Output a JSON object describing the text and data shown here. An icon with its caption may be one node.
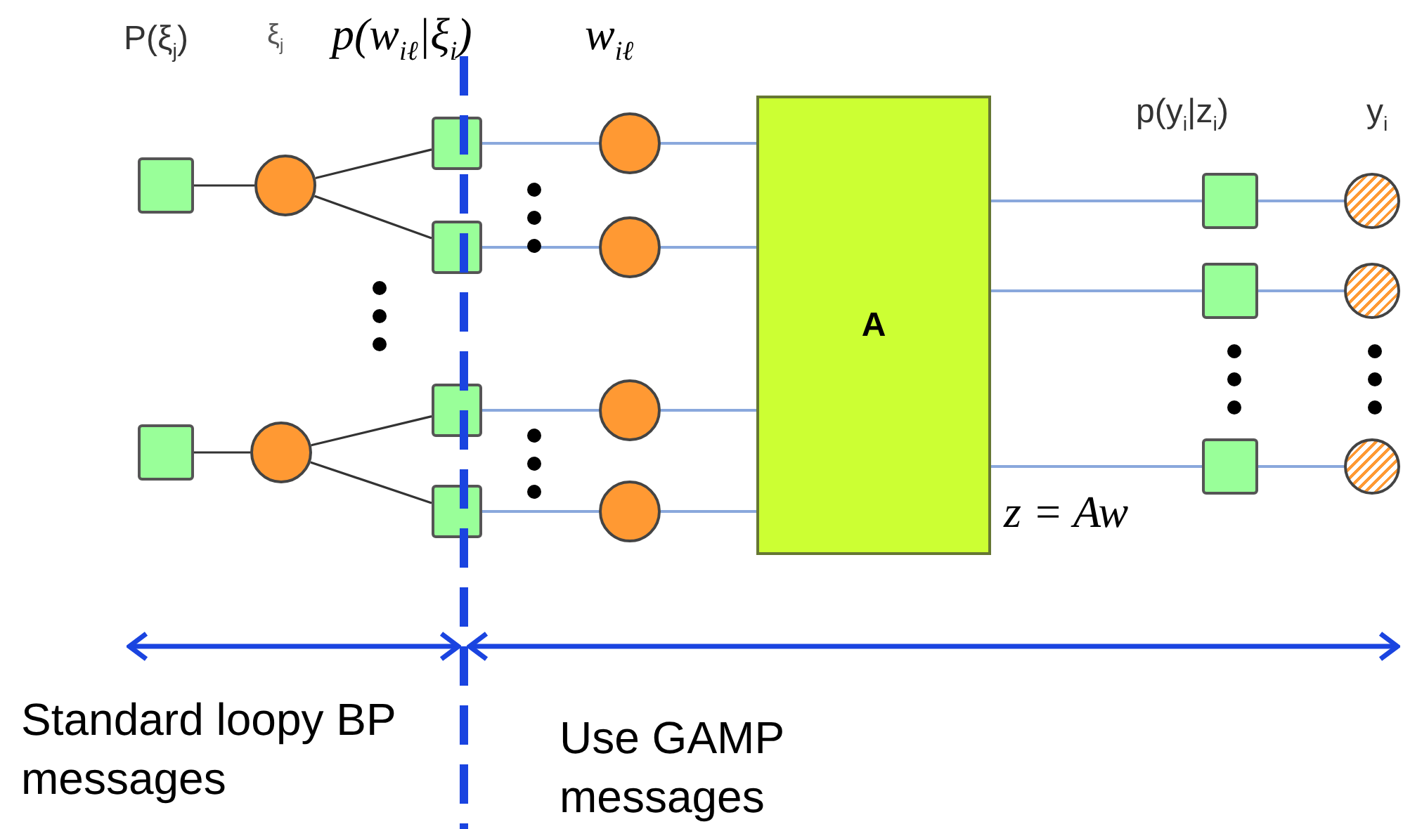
{
  "diagram": {
    "nodes": [
      {
        "text": [],
        "shape": "box"
      },
      {
        "text": [],
        "shape": "box"
      },
      {
        "text": [],
        "shape": "circle"
      },
      {
        "text": [],
        "shape": "circle"
      },
      {
        "text": [],
        "shape": "box"
      },
      {
        "text": [],
        "shape": "box"
      },
      {
        "text": [],
        "shape": "box"
      },
      {
        "text": [],
        "shape": "box"
      },
      {
        "text": [],
        "shape": "circle"
      },
      {
        "text": [],
        "shape": "circle"
      },
      {
        "text": [],
        "shape": "circle"
      },
      {
        "text": [],
        "shape": "circle"
      },
      {
        "text": [
          "A"
        ]
      },
      {
        "text": [],
        "shape": "box"
      },
      {
        "text": [],
        "shape": "box"
      },
      {
        "text": [],
        "shape": "box"
      },
      {
        "text": [],
        "shape": "circle"
      },
      {
        "text": [],
        "shape": "circle"
      },
      {
        "text": [],
        "shape": "circle"
      }
    ],
    "edges": [
      {
        "from": 0,
        "to": 2,
        "arrow": "none",
        "color": "#333333"
      },
      {
        "from": 1,
        "to": 3,
        "arrow": "none",
        "color": "#333333"
      },
      {
        "from": 2,
        "to": 4,
        "arrow": "none",
        "color": "#333333"
      },
      {
        "from": 2,
        "to": 5,
        "arrow": "none",
        "color": "#333333"
      },
      {
        "from": 3,
        "to": 6,
        "arrow": "none",
        "color": "#333333"
      },
      {
        "from": 3,
        "to": 7,
        "arrow": "none",
        "color": "#333333"
      },
      {
        "from": 4,
        "to": 8,
        "arrow": "none"
      },
      {
        "from": 5,
        "to": 9,
        "arrow": "none"
      },
      {
        "from": 6,
        "to": 10,
        "arrow": "none"
      },
      {
        "from": 7,
        "to": 11,
        "arrow": "none"
      },
      {
        "from": 8,
        "to": 12,
        "arrow": "none"
      },
      {
        "from": 9,
        "to": 12,
        "arrow": "none"
      },
      {
        "from": 10,
        "to": 12,
        "arrow": "none"
      },
      {
        "from": 11,
        "to": 12,
        "arrow": "none"
      },
      {
        "from": 12,
        "to": 13,
        "arrow": "none"
      },
      {
        "from": 12,
        "to": 14,
        "arrow": "none"
      },
      {
        "from": 12,
        "to": 15,
        "arrow": "none"
      },
      {
        "from": 13,
        "to": 16,
        "arrow": "none"
      },
      {
        "from": 14,
        "to": 17,
        "arrow": "none"
      },
      {
        "from": 15,
        "to": 18,
        "arrow": "none"
      }
    ],
    "labels": [
      "P(ξ$_{j}$)",
      "ξ$_{j}$",
      "p(w$_{iℓ}$|ξ$_{i}$)",
      "w$_{iℓ}$",
      "p(y$_{i}$|z$_{i}$)",
      "y$_{i}$",
      "z = Aw",
      "Standard loopy BP messages",
      "Use GAMP messages"
    ]
  }
}
